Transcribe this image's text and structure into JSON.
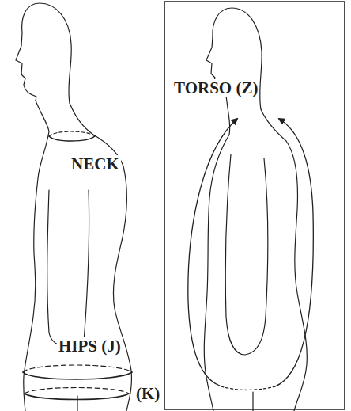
{
  "diagram": {
    "labels": [
      "NECK",
      "HIPS (J)",
      "(K)",
      "TORSO (Z)"
    ]
  }
}
